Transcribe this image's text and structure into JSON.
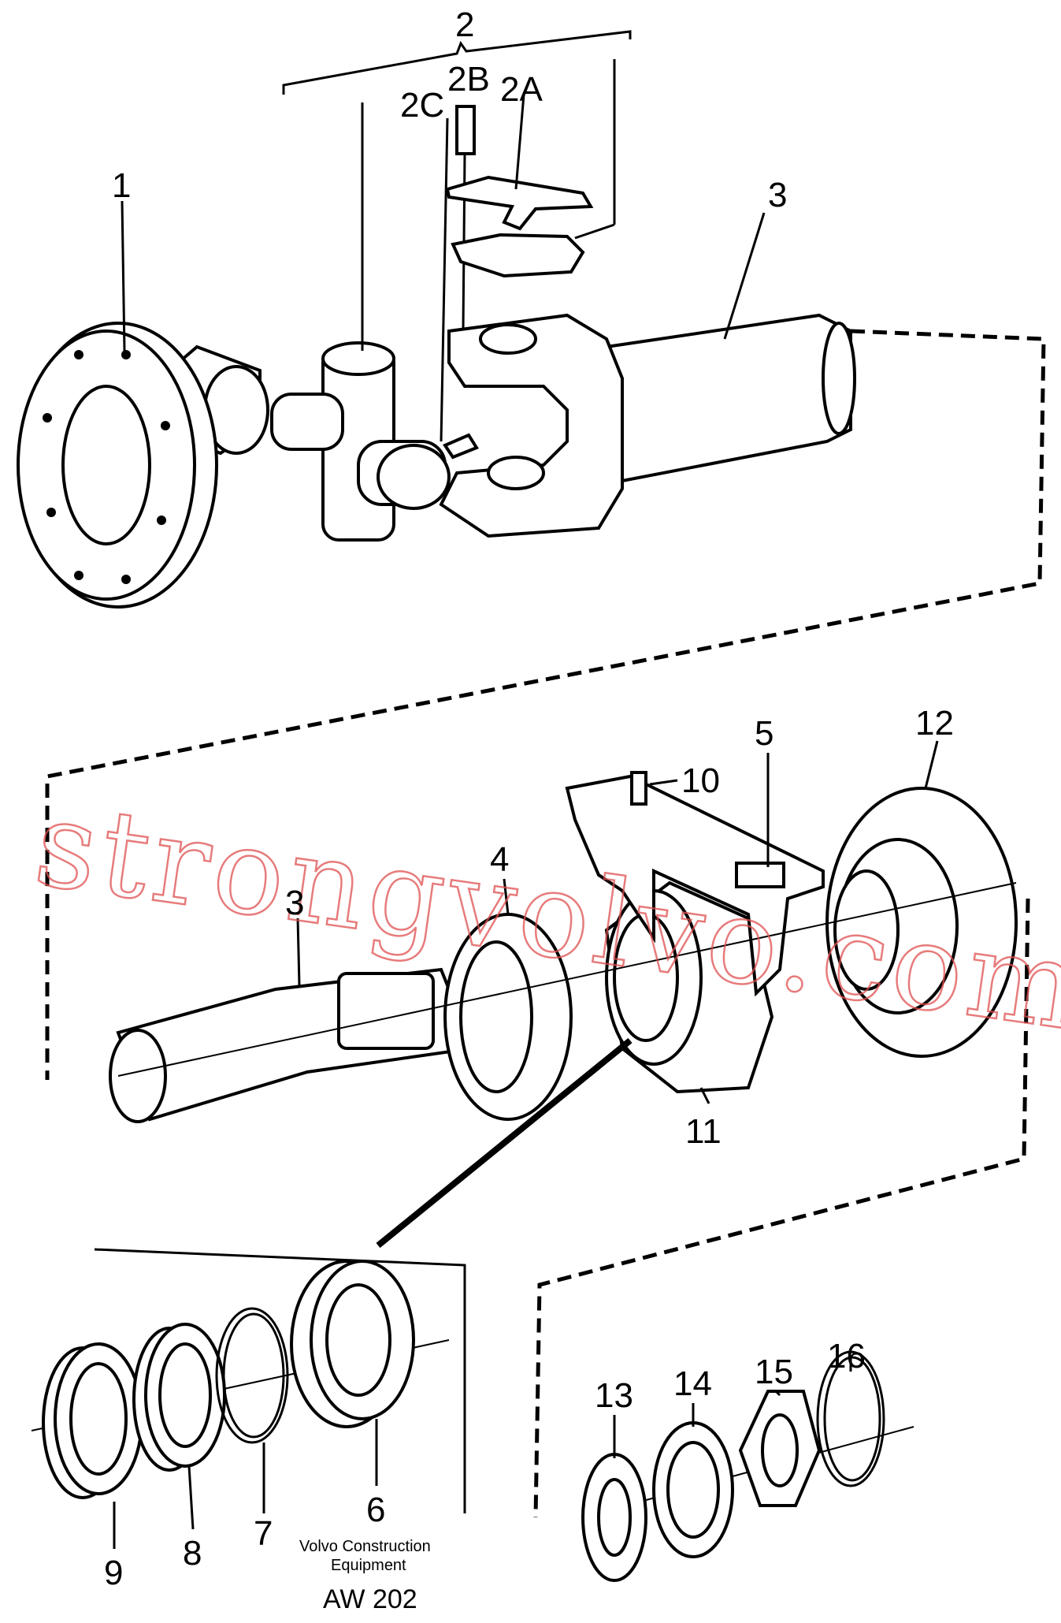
{
  "labels": {
    "l1": "1",
    "l2": "2",
    "l2a": "2A",
    "l2b": "2B",
    "l2c": "2C",
    "l3_top": "3",
    "l3_mid": "3",
    "l4": "4",
    "l5": "5",
    "l10": "10",
    "l11": "11",
    "l12": "12",
    "l13": "13",
    "l14": "14",
    "l15": "15",
    "l16": "16",
    "l6": "6",
    "l7": "7",
    "l8": "8",
    "l9": "9"
  },
  "footer": {
    "maker_line1": "Volvo Construction",
    "maker_line2": "Equipment",
    "code": "AW 202"
  },
  "watermark": "strongvolvo.com"
}
